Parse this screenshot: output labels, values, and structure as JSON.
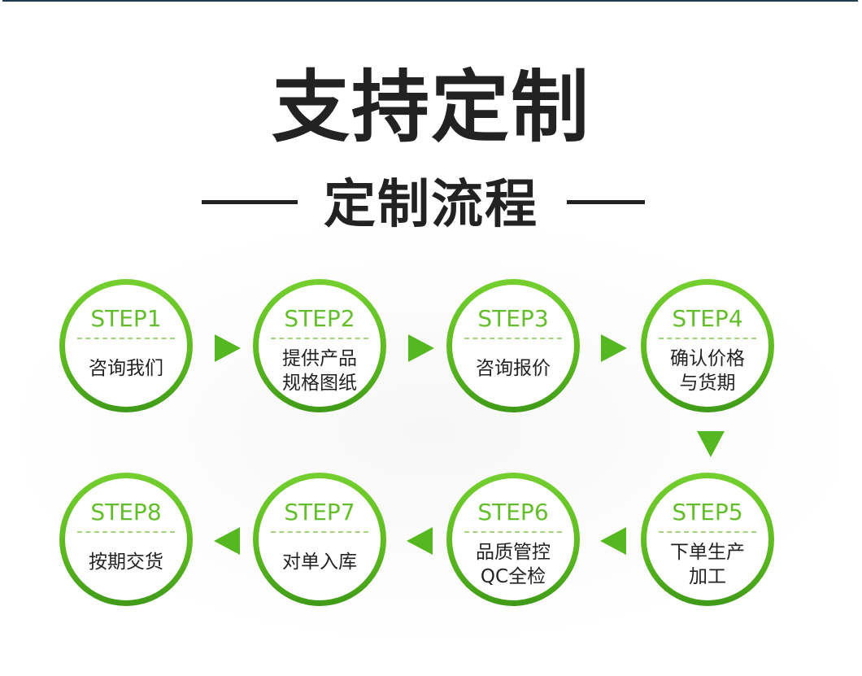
{
  "title": "支持定制",
  "subtitle": "定制流程",
  "colors": {
    "ring_top": "#74cf2f",
    "ring_bottom": "#3f9a18",
    "step_label": "#62bf2b",
    "arrow": "#55b820",
    "text": "#222222"
  },
  "steps": [
    {
      "label": "STEP1",
      "lines": [
        "咨询我们"
      ]
    },
    {
      "label": "STEP2",
      "lines": [
        "提供产品",
        "规格图纸"
      ]
    },
    {
      "label": "STEP3",
      "lines": [
        "咨询报价"
      ]
    },
    {
      "label": "STEP4",
      "lines": [
        "确认价格",
        "与货期"
      ]
    },
    {
      "label": "STEP5",
      "lines": [
        "下单生产",
        "加工"
      ]
    },
    {
      "label": "STEP6",
      "lines": [
        "品质管控",
        "QC全检"
      ]
    },
    {
      "label": "STEP7",
      "lines": [
        "对单入库"
      ]
    },
    {
      "label": "STEP8",
      "lines": [
        "按期交货"
      ]
    }
  ],
  "arrows": [
    {
      "from": "STEP1",
      "to": "STEP2",
      "direction": "right"
    },
    {
      "from": "STEP2",
      "to": "STEP3",
      "direction": "right"
    },
    {
      "from": "STEP3",
      "to": "STEP4",
      "direction": "right"
    },
    {
      "from": "STEP4",
      "to": "STEP5",
      "direction": "down"
    },
    {
      "from": "STEP5",
      "to": "STEP6",
      "direction": "left"
    },
    {
      "from": "STEP6",
      "to": "STEP7",
      "direction": "left"
    },
    {
      "from": "STEP7",
      "to": "STEP8",
      "direction": "left"
    }
  ]
}
